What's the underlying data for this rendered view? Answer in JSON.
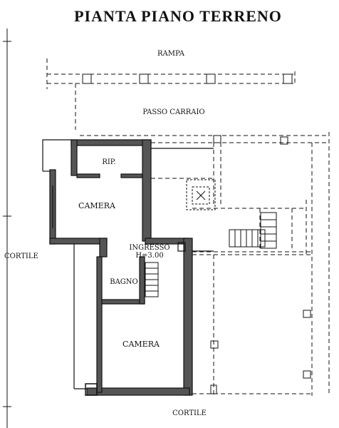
{
  "title": "PIANTA PIANO TERRENO",
  "labels": {
    "rampa": "RAMPA",
    "passo_carraio": "PASSO CARRAIO",
    "rip": "RIP.",
    "camera_top": "CAMERA",
    "ingresso": "INGRESSO",
    "height": "H=3.00",
    "bagno": "BAGNO",
    "camera_bottom": "CAMERA",
    "cortile_left": "CORTILE",
    "cortile_bottom": "CORTILE"
  },
  "colors": {
    "ink": "#111111",
    "wall_fill": "#555555",
    "paper": "#ffffff"
  }
}
